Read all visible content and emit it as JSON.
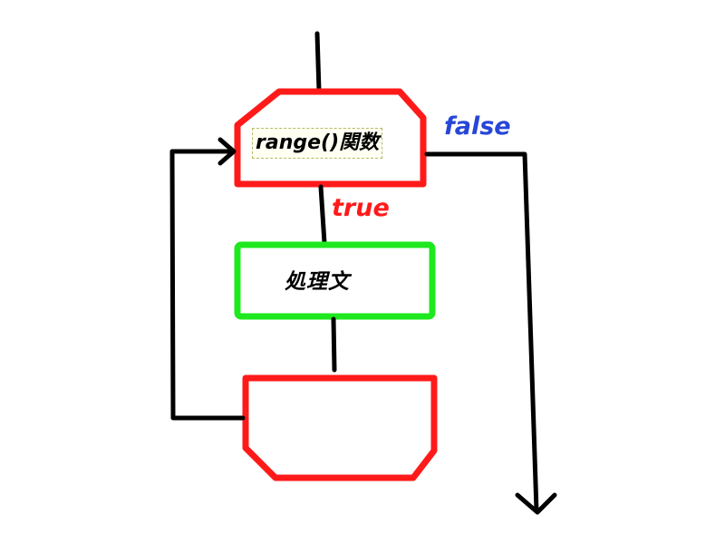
{
  "flowchart": {
    "loop_start": {
      "label": "range()関数"
    },
    "process": {
      "label": "処理文"
    },
    "branch_true": {
      "label": "true"
    },
    "branch_false": {
      "label": "false"
    },
    "loop_end": {
      "label": ""
    }
  },
  "colors": {
    "loop_border": "#ff1a1a",
    "process_border": "#1ee81e",
    "line": "#000000",
    "true_text": "#ff1a1a",
    "false_text": "#2746d8"
  }
}
